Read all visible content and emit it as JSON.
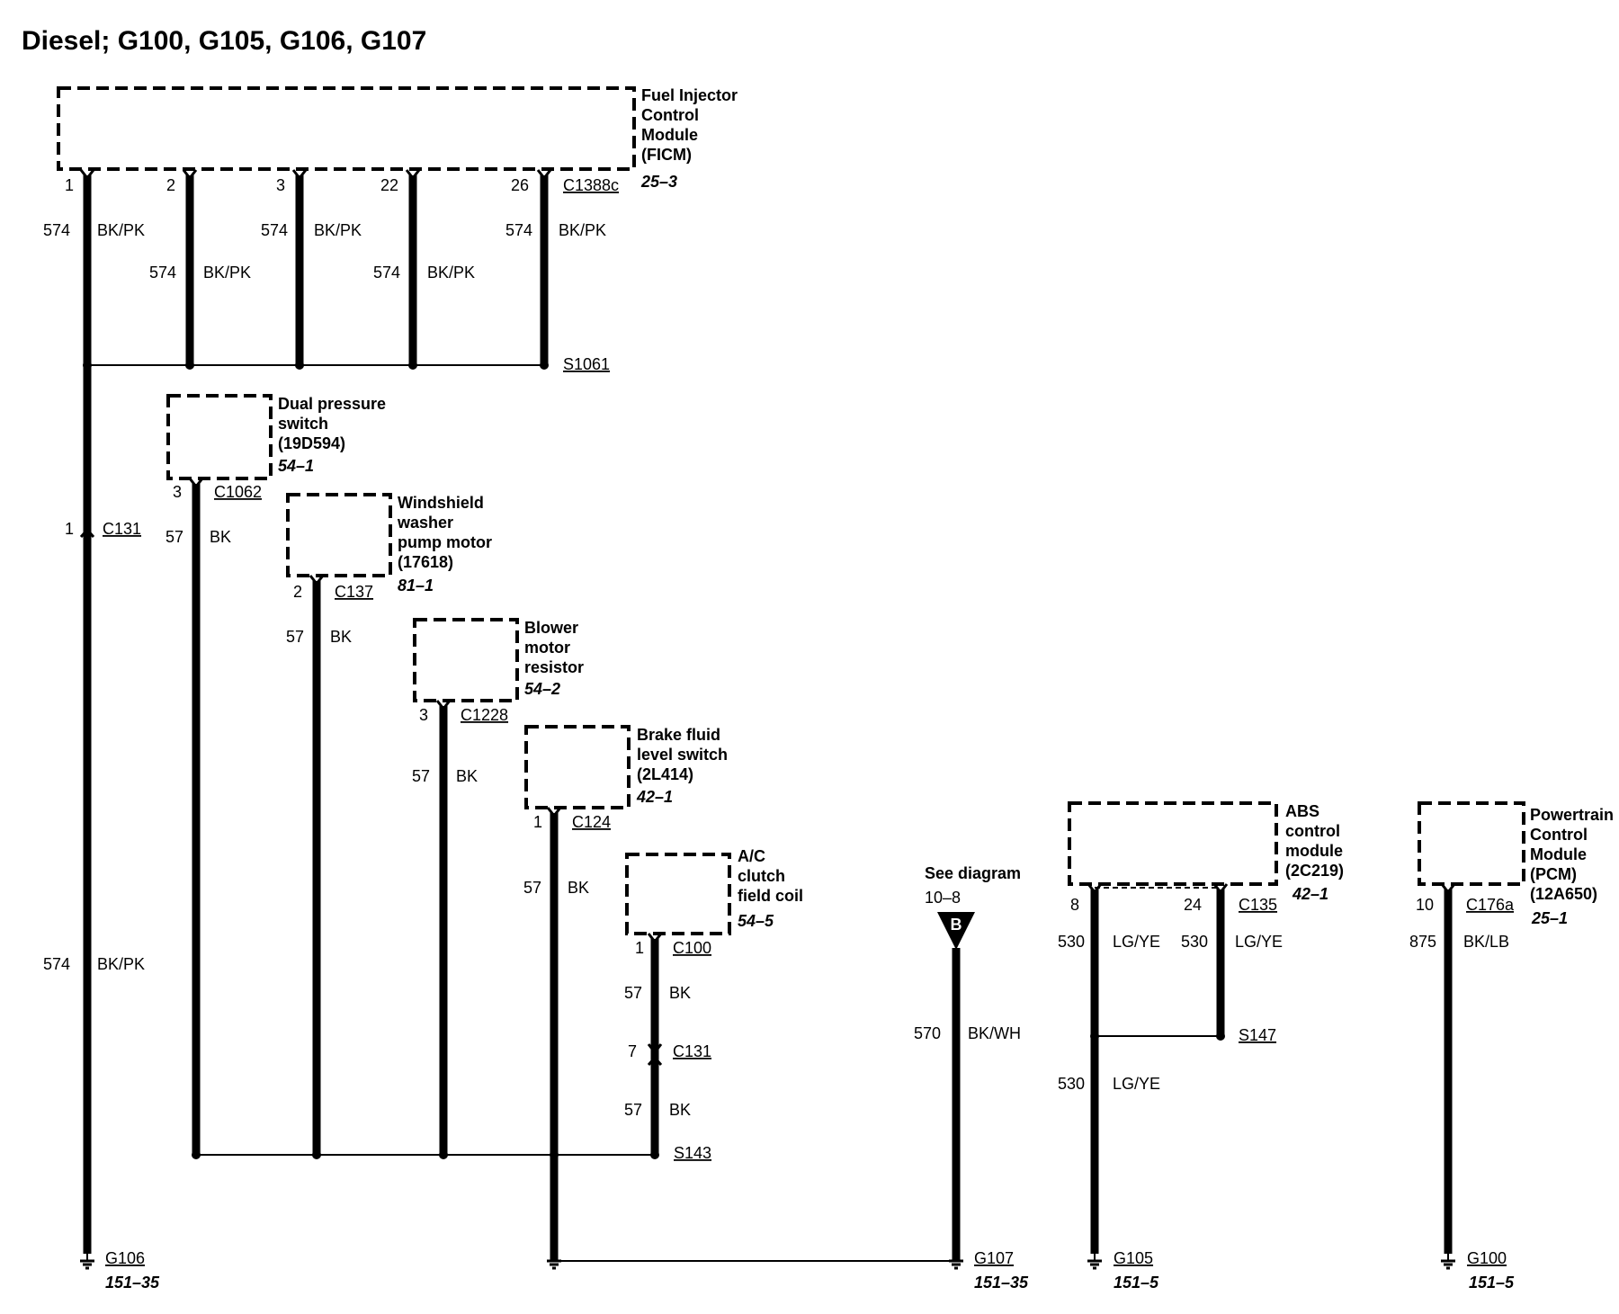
{
  "title": "Diesel; G100, G105, G106, G107",
  "components": {
    "ficm": {
      "name": [
        "Fuel Injector",
        "Control",
        "Module",
        "(FICM)"
      ],
      "ref": "25–3",
      "connector": "C1388c",
      "pins": [
        "1",
        "2",
        "3",
        "22",
        "26"
      ]
    },
    "dual_pressure": {
      "name": [
        "Dual pressure",
        "switch",
        "(19D594)"
      ],
      "ref": "54–1",
      "connector": "C1062",
      "pin": "3"
    },
    "washer": {
      "name": [
        "Windshield",
        "washer",
        "pump motor",
        "(17618)"
      ],
      "ref": "81–1",
      "connector": "C137",
      "pin": "2"
    },
    "blower": {
      "name": [
        "Blower",
        "motor",
        "resistor"
      ],
      "ref": "54–2",
      "connector": "C1228",
      "pin": "3"
    },
    "brake": {
      "name": [
        "Brake fluid",
        "level switch",
        "(2L414)"
      ],
      "ref": "42–1",
      "connector": "C124",
      "pin": "1"
    },
    "ac": {
      "name": [
        "A/C",
        "clutch",
        "field coil"
      ],
      "ref": "54–5",
      "connector": "C100",
      "pin": "1"
    },
    "abs": {
      "name": [
        "ABS",
        "control",
        "module",
        "(2C219)"
      ],
      "ref": "42–1",
      "connector": "C135",
      "pins": [
        "8",
        "24"
      ]
    },
    "pcm": {
      "name": [
        "Powertrain",
        "Control",
        "Module",
        "(PCM)",
        "(12A650)"
      ],
      "ref": "25–1",
      "connector": "C176a",
      "pin": "10"
    }
  },
  "wires": {
    "ficm_circuit": "574",
    "ficm_color": "BK/PK",
    "gnd_circuit": "57",
    "gnd_color": "BK",
    "g107_circuit": "570",
    "g107_color": "BK/WH",
    "abs_circuit": "530",
    "abs_color": "LG/YE",
    "pcm_circuit": "875",
    "pcm_color": "BK/LB"
  },
  "splices": {
    "s1061": "S1061",
    "s143": "S143",
    "s147": "S147"
  },
  "inline": {
    "c131_pin_left": "1",
    "c131_left": "C131",
    "c131_pin_ac": "7",
    "c131_ac": "C131"
  },
  "see_diagram": {
    "text": "See diagram",
    "ref": "10–8",
    "letter": "B"
  },
  "grounds": {
    "g106": {
      "name": "G106",
      "ref": "151–35"
    },
    "g107": {
      "name": "G107",
      "ref": "151–35"
    },
    "g105": {
      "name": "G105",
      "ref": "151–5"
    },
    "g100": {
      "name": "G100",
      "ref": "151–5"
    }
  }
}
